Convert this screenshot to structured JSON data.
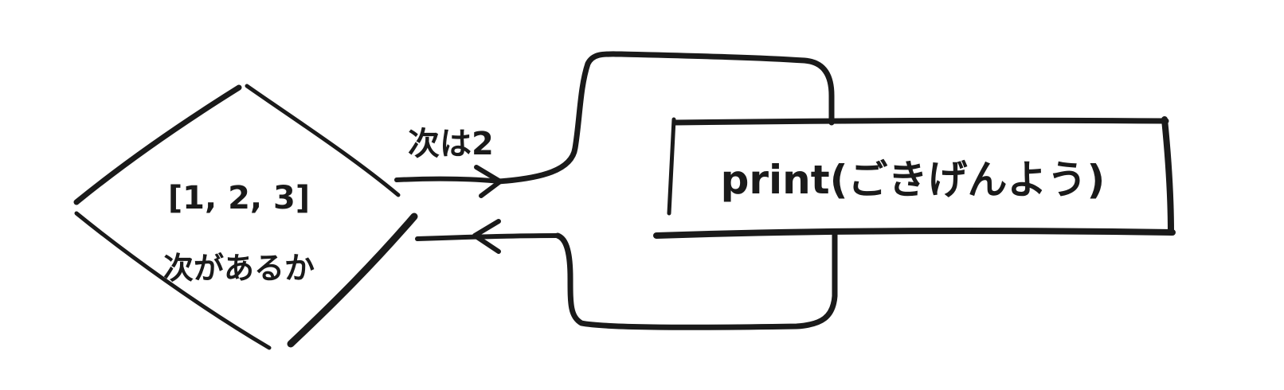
{
  "decision": {
    "list_text": "[1, 2, 3]",
    "question_text": "次があるか"
  },
  "arrows": {
    "next_label": "次は2"
  },
  "process": {
    "statement_text": "print(ごきげんよう)"
  },
  "colors": {
    "ink": "#1a1a1a",
    "paper": "#ffffff"
  }
}
